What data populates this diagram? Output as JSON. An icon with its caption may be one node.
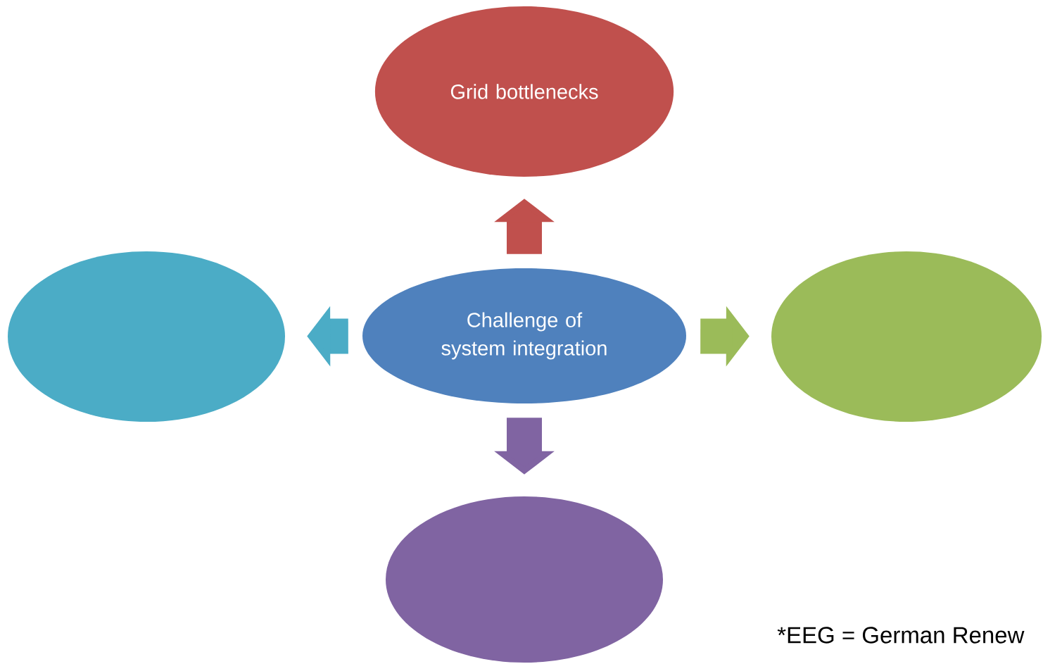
{
  "diagram": {
    "nodes": [
      {
        "text": [
          "Grid bottlenecks"
        ]
      },
      {
        "text": [],
        "shape": "ellipse"
      },
      {
        "text": [
          "Challenge of system integration"
        ]
      },
      {
        "text": [],
        "shape": "ellipse"
      },
      {
        "text": [],
        "shape": "ellipse"
      }
    ],
    "edges": [
      {
        "from": 2,
        "to": 0,
        "arrow": "to",
        "color": "#c0504d"
      },
      {
        "from": 2,
        "to": 1,
        "arrow": "to",
        "color": "#4bacc6"
      },
      {
        "from": 2,
        "to": 3,
        "arrow": "to",
        "color": "#9bbb59"
      },
      {
        "from": 2,
        "to": 4,
        "arrow": "to",
        "color": "#8064a2"
      }
    ],
    "labels": [
      "*EEG = German Renew"
    ]
  }
}
